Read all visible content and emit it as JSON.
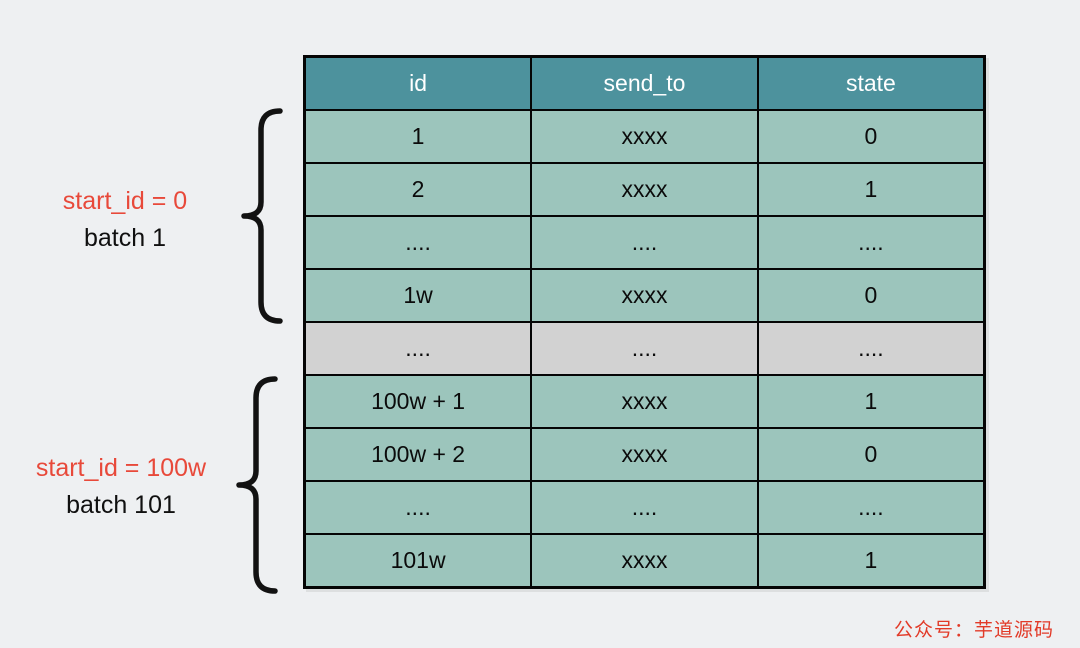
{
  "table": {
    "columns": [
      "id",
      "send_to",
      "state"
    ],
    "rows": [
      {
        "cells": [
          "1",
          "xxxx",
          "0"
        ],
        "variant": "normal"
      },
      {
        "cells": [
          "2",
          "xxxx",
          "1"
        ],
        "variant": "normal"
      },
      {
        "cells": [
          "....",
          "....",
          "...."
        ],
        "variant": "normal"
      },
      {
        "cells": [
          "1w",
          "xxxx",
          "0"
        ],
        "variant": "normal"
      },
      {
        "cells": [
          "....",
          "....",
          "...."
        ],
        "variant": "separator"
      },
      {
        "cells": [
          "100w + 1",
          "xxxx",
          "1"
        ],
        "variant": "normal"
      },
      {
        "cells": [
          "100w + 2",
          "xxxx",
          "0"
        ],
        "variant": "normal"
      },
      {
        "cells": [
          "....",
          "....",
          "...."
        ],
        "variant": "normal"
      },
      {
        "cells": [
          "101w",
          "xxxx",
          "1"
        ],
        "variant": "normal"
      }
    ]
  },
  "annotations": {
    "batch1": {
      "line1": "start_id = 0",
      "line2": "batch 1"
    },
    "batch101": {
      "line1": "start_id = 100w",
      "line2": "batch 101"
    }
  },
  "watermark": "公众号：芋道源码",
  "colors": {
    "page_bg": "#eef0f2",
    "header_bg": "#4d929d",
    "row_bg": "#9cc5bc",
    "separator_bg": "#d2d2d2",
    "label_red": "#e8493a",
    "watermark_red": "#e23a28",
    "border_black": "#050505"
  }
}
